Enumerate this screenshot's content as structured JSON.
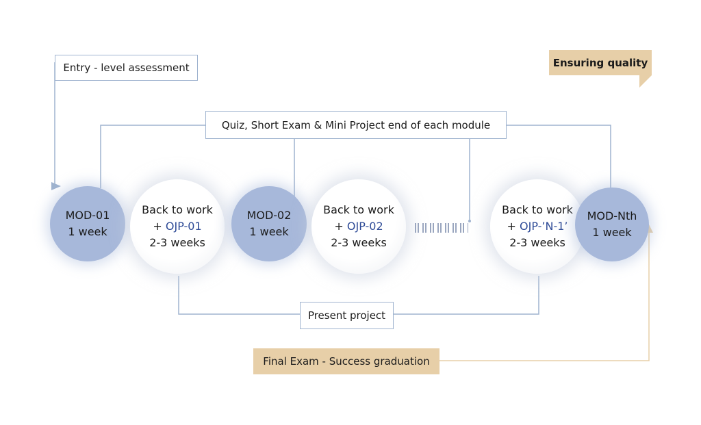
{
  "entry_label": "Entry - level assessment",
  "quality_label": "Ensuring quality",
  "quiz_label": "Quiz, Short Exam & Mini Project end of each module",
  "present_label": "Present project",
  "final_label": "Final Exam - Success graduation",
  "modules": [
    {
      "name": "MOD-01",
      "duration": "1 week"
    },
    {
      "name": "MOD-02",
      "duration": "1 week"
    },
    {
      "name": "MOD-Nth",
      "duration": "1 week"
    }
  ],
  "work_phases": [
    {
      "title": "Back to work",
      "prefix": "+ ",
      "ojp": "OJP-01",
      "duration": "2-3 weeks"
    },
    {
      "title": "Back to work",
      "prefix": "+ ",
      "ojp": "OJP-02",
      "duration": "2-3 weeks"
    },
    {
      "title": "Back to work",
      "prefix": "+ ",
      "ojp": "OJP-’N-1’",
      "duration": "2-3 weeks"
    }
  ],
  "colors": {
    "line": "#9fb3cf",
    "module_fill": "#a7b8da",
    "tan": "#e7cfa8",
    "ojp_text": "#2d4a96"
  }
}
